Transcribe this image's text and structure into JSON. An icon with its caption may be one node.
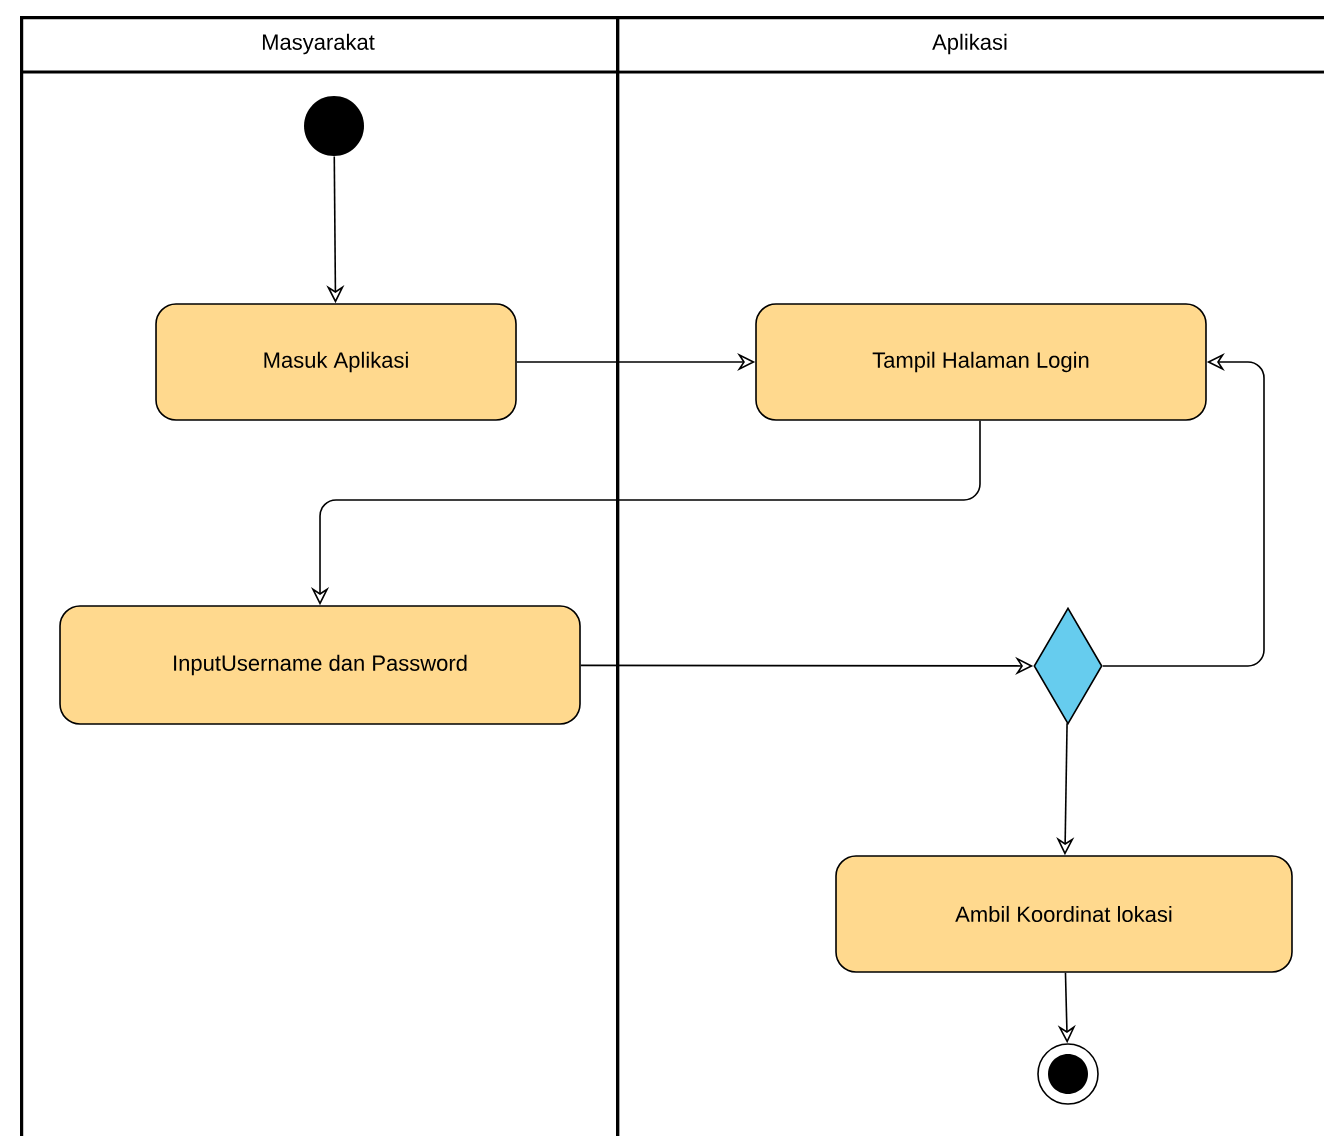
{
  "diagram": {
    "nodes": [
      {
        "text": [
          "Masyarakat"
        ]
      },
      {
        "text": [
          "Aplikasi"
        ]
      },
      {
        "text": [],
        "shape": "circle",
        "in": 0
      },
      {
        "text": [
          "Masuk Aplikasi"
        ],
        "in": 0
      },
      {
        "text": [
          "Tampil Halaman Login"
        ],
        "in": 1
      },
      {
        "text": [
          "InputUsername dan Password"
        ],
        "in": 0
      },
      {
        "text": [],
        "shape": "diamond",
        "in": 1
      },
      {
        "text": [
          "Ambil  Koordinat lokasi"
        ],
        "in": 1
      },
      {
        "text": [],
        "shape": "circle",
        "in": 1
      }
    ],
    "edges": [
      {
        "from": 2,
        "to": 3,
        "arrow": "to"
      },
      {
        "from": 3,
        "to": 4,
        "arrow": "to"
      },
      {
        "from": 4,
        "to": 5,
        "arrow": "to"
      },
      {
        "from": 5,
        "to": 6,
        "arrow": "to"
      },
      {
        "from": 6,
        "to": 4,
        "arrow": "to"
      },
      {
        "from": 6,
        "to": 7,
        "arrow": "to"
      },
      {
        "from": 7,
        "to": 8,
        "arrow": "to"
      }
    ]
  }
}
